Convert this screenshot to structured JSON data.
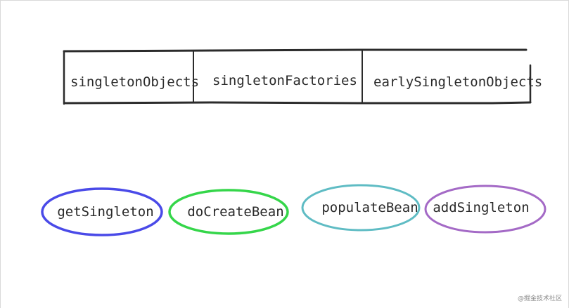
{
  "table": {
    "cells": [
      {
        "label": "singletonObjects"
      },
      {
        "label": "singletonFactories"
      },
      {
        "label": "earlySingletonObjects"
      }
    ],
    "stroke_color": "#2b2b2b"
  },
  "nodes": [
    {
      "label": "getSingleton",
      "color": "#4a4ae8"
    },
    {
      "label": "doCreateBean",
      "color": "#35d64a"
    },
    {
      "label": "populateBean",
      "color": "#5fbcc4"
    },
    {
      "label": "addSingleton",
      "color": "#a46ac6"
    }
  ],
  "watermark": {
    "text": "@掘金技术社区"
  }
}
